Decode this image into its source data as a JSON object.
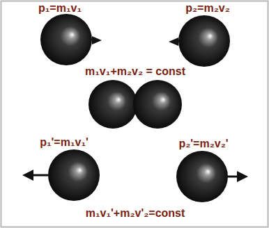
{
  "diagram": {
    "labels": [
      "p₁=m₁v₁",
      "p₂=m₂v₂",
      "m₁v₁+m₂v₂ = const",
      "p₁'=m₁v₁'",
      "p₂'=m₂v₂'",
      "m₁v₁'+m₂v'₂=const"
    ]
  }
}
